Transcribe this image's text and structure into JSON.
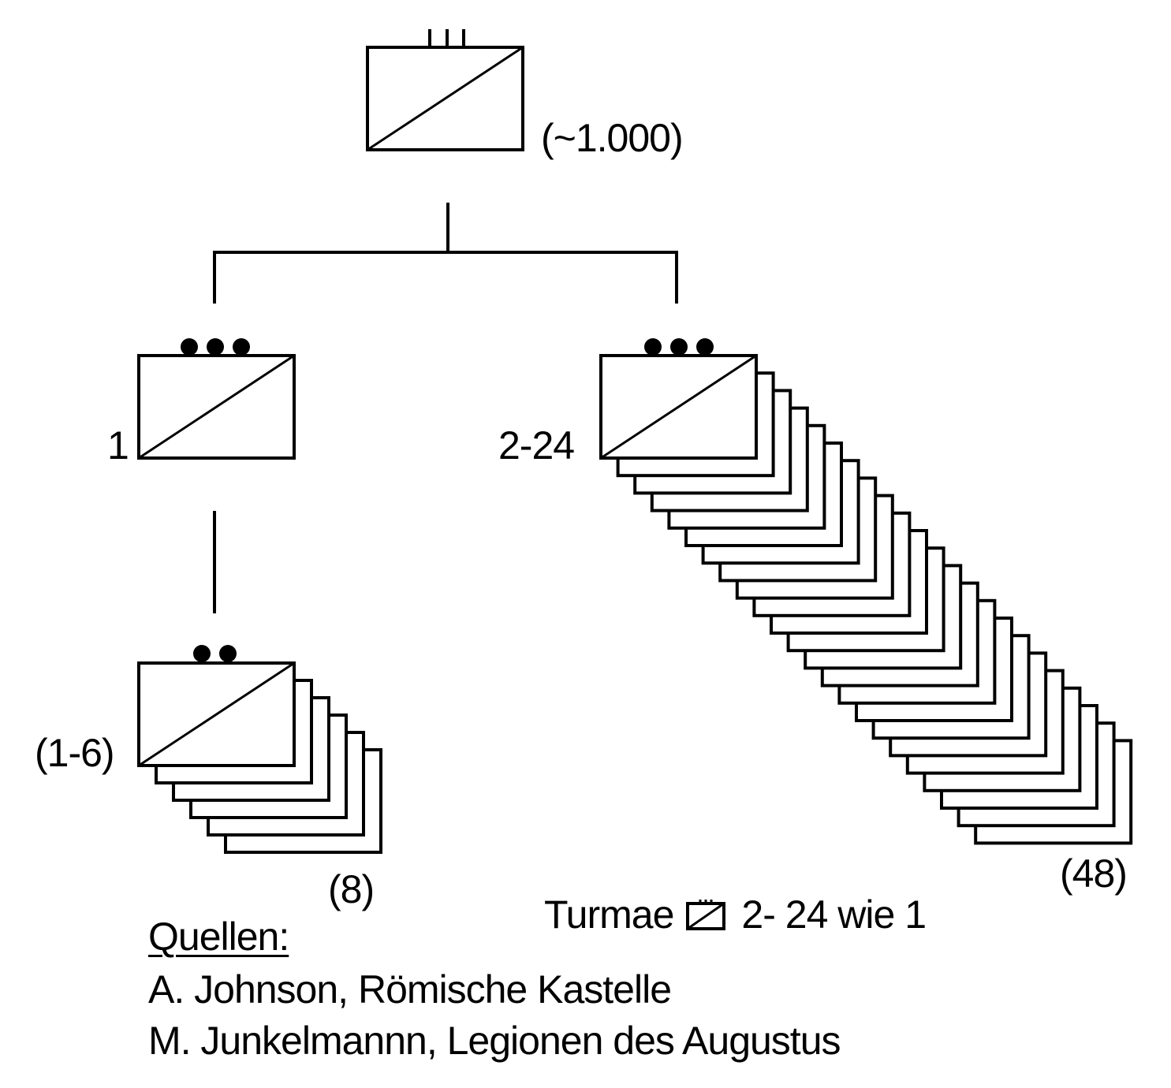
{
  "diagram": {
    "top_unit": {
      "strength": "(~1.000)"
    },
    "left_unit": {
      "number": "1"
    },
    "right_unit": {
      "number": "2-24",
      "count": "(48)"
    },
    "sub_unit": {
      "number": "(1-6)",
      "count": "(8)"
    }
  },
  "legend": {
    "prefix": "Turmae",
    "suffix": "2- 24 wie 1"
  },
  "sources": {
    "title": "Quellen:",
    "lines": [
      "A. Johnson, Römische Kastelle",
      "M. Junkelmannn, Legionen des Augustus"
    ]
  },
  "colors": {
    "line": "#000000",
    "fill": "#ffffff"
  }
}
